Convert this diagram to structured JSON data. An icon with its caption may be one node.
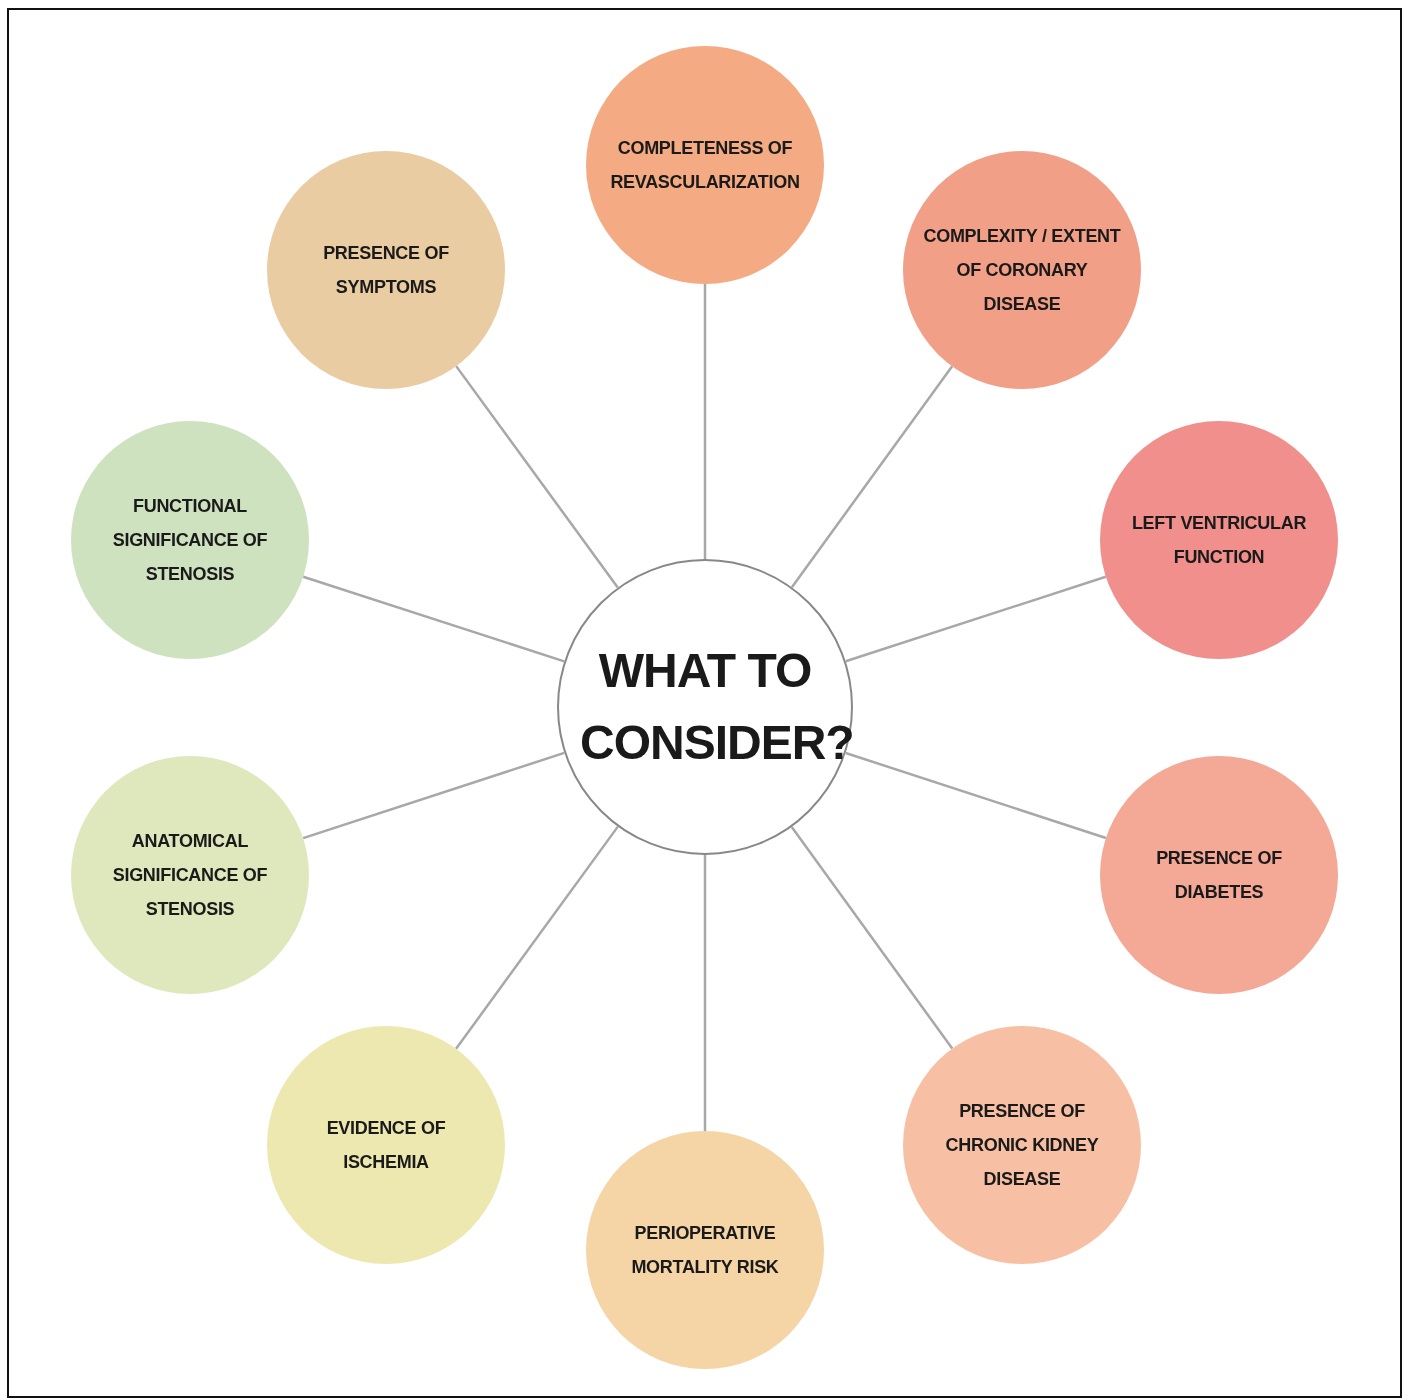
{
  "diagram": {
    "nodes": [
      {
        "text": [
          "WHAT TO CONSIDER?"
        ]
      },
      {
        "text": [
          "COMPLETENESS OF REVASCULARIZATION"
        ]
      },
      {
        "text": [
          "COMPLEXITY / EXTENT OF CORONARY DISEASE"
        ]
      },
      {
        "text": [
          "LEFT VENTRICULAR FUNCTION"
        ]
      },
      {
        "text": [
          "PRESENCE OF DIABETES"
        ]
      },
      {
        "text": [
          "PRESENCE OF CHRONIC KIDNEY DISEASE"
        ]
      },
      {
        "text": [
          "PERIOPERATIVE MORTALITY RISK"
        ]
      },
      {
        "text": [
          "EVIDENCE OF ISCHEMIA"
        ]
      },
      {
        "text": [
          "ANATOMICAL SIGNIFICANCE OF STENOSIS"
        ]
      },
      {
        "text": [
          "FUNCTIONAL SIGNIFICANCE OF STENOSIS"
        ]
      },
      {
        "text": [
          "PRESENCE OF SYMPTOMS"
        ]
      }
    ],
    "edges": [
      {
        "from": 0,
        "to": 1,
        "arrow": "none"
      },
      {
        "from": 0,
        "to": 2,
        "arrow": "none"
      },
      {
        "from": 0,
        "to": 3,
        "arrow": "none"
      },
      {
        "from": 0,
        "to": 4,
        "arrow": "none"
      },
      {
        "from": 0,
        "to": 5,
        "arrow": "none"
      },
      {
        "from": 0,
        "to": 6,
        "arrow": "none"
      },
      {
        "from": 0,
        "to": 7,
        "arrow": "none"
      },
      {
        "from": 0,
        "to": 8,
        "arrow": "none"
      },
      {
        "from": 0,
        "to": 9,
        "arrow": "none"
      },
      {
        "from": 0,
        "to": 10,
        "arrow": "none"
      }
    ]
  }
}
